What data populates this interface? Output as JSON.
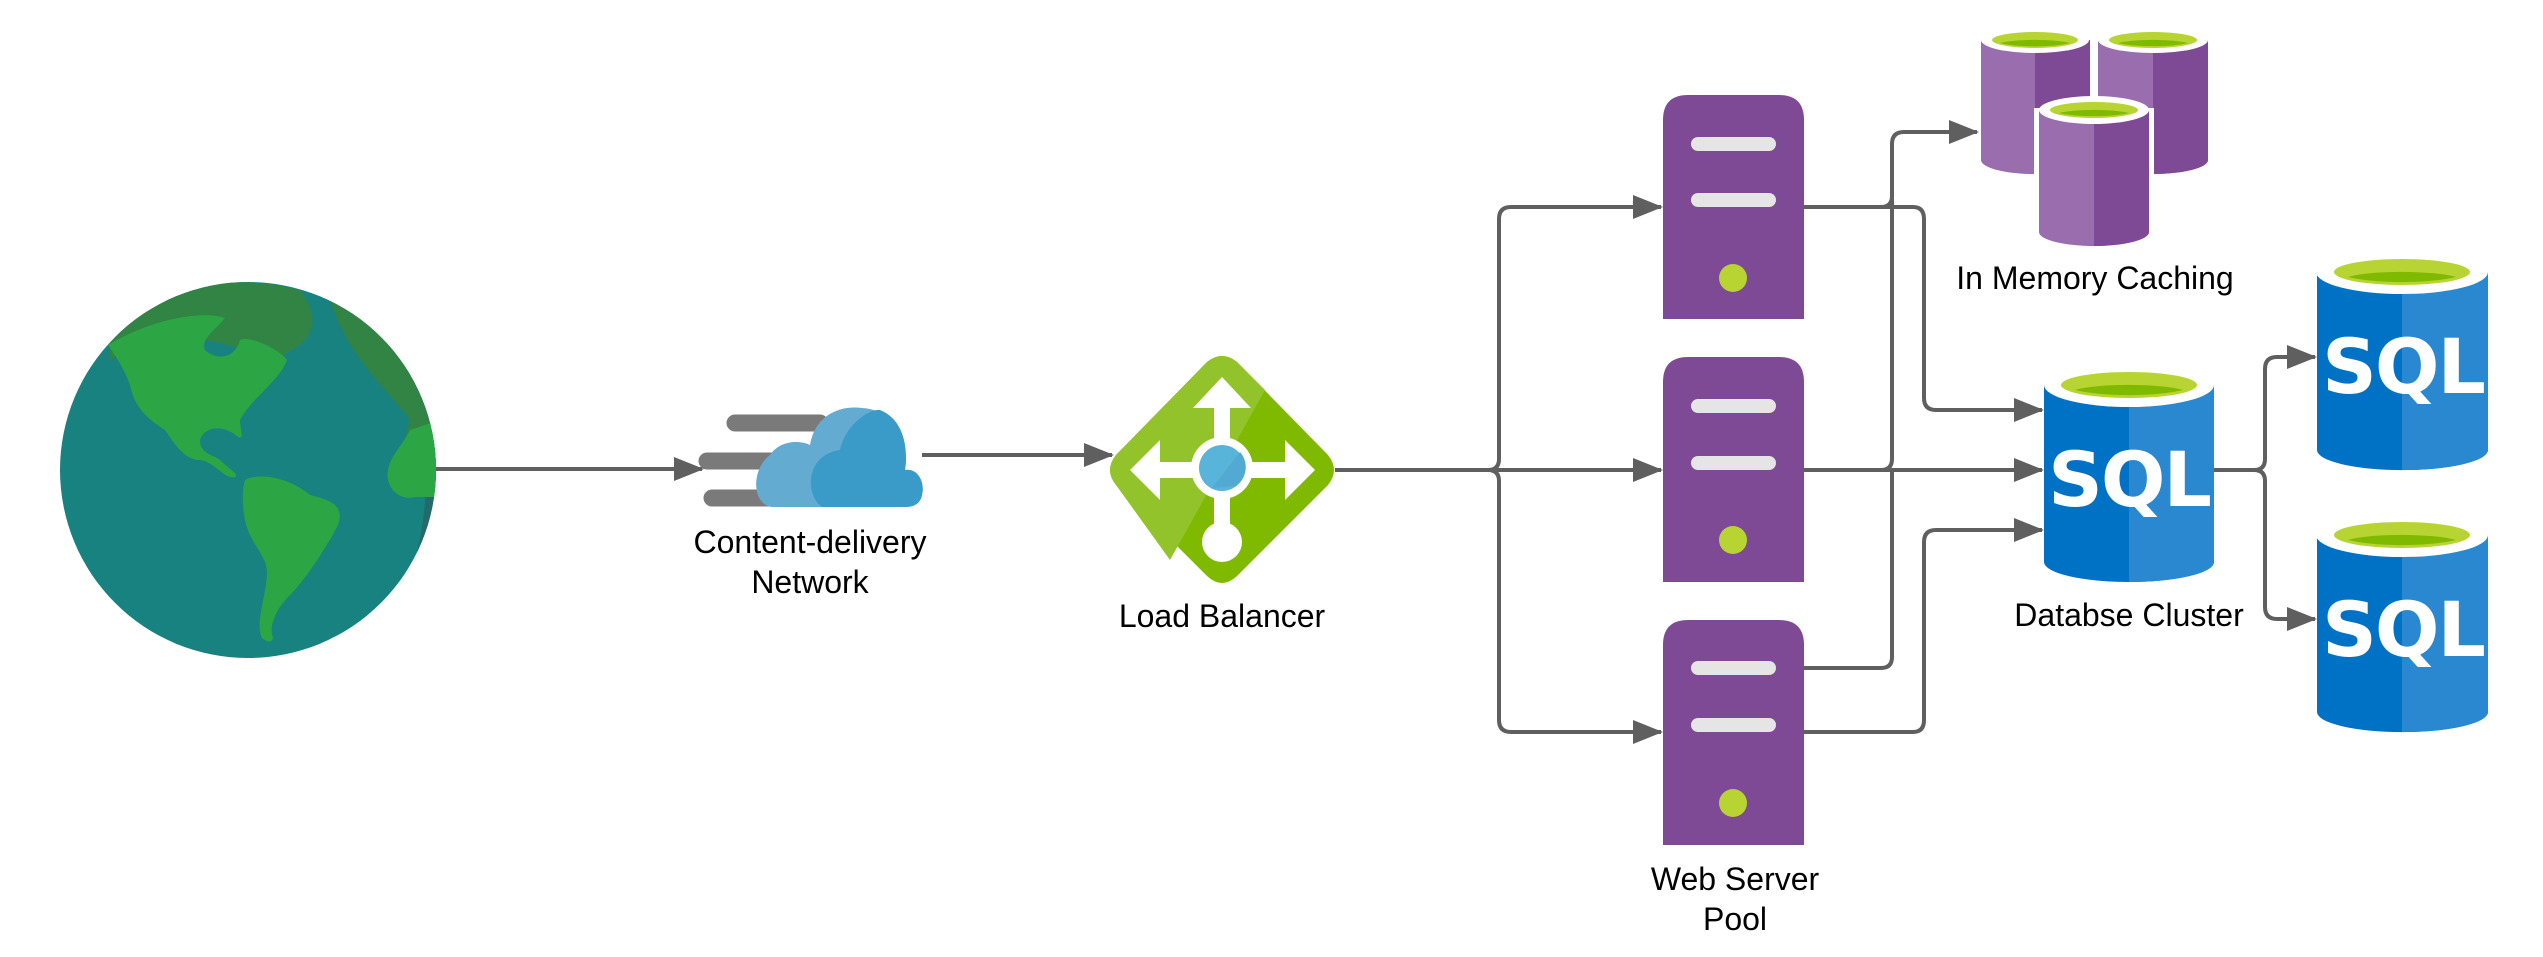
{
  "diagram": {
    "title": "Web application architecture",
    "colors": {
      "connector": "#5f5f5f",
      "globe_ocean": "#178280",
      "globe_land": "#2ca645",
      "cloud_light": "#63abd1",
      "cloud_dark": "#3a9ac8",
      "load_balancer": "#7fba00",
      "server": "#7f4a95",
      "server_led": "#b8d432",
      "cache": "#9a6daf",
      "sql_blue": "#0072c6",
      "sql_top": "#b8d432"
    },
    "nodes": {
      "globe": {
        "icon": "globe-icon",
        "label": ""
      },
      "cdn": {
        "icon": "cloud-icon",
        "label_line1": "Content-delivery",
        "label_line2": "Network"
      },
      "load_balancer": {
        "icon": "load-balancer-icon",
        "label": "Load Balancer"
      },
      "web_server_pool": {
        "icon": "server-icon",
        "count": 3,
        "label_line1": "Web Server",
        "label_line2": "Pool"
      },
      "cache": {
        "icon": "cache-cluster-icon",
        "label": "In Memory Caching"
      },
      "database_cluster": {
        "icon": "sql-database-icon",
        "label": "Databse Cluster",
        "db_text": "SQL"
      },
      "replica_1": {
        "icon": "sql-database-icon",
        "db_text": "SQL"
      },
      "replica_2": {
        "icon": "sql-database-icon",
        "db_text": "SQL"
      }
    },
    "edges": [
      {
        "from": "globe",
        "to": "cdn"
      },
      {
        "from": "cdn",
        "to": "load_balancer"
      },
      {
        "from": "load_balancer",
        "to": "web_server_1"
      },
      {
        "from": "load_balancer",
        "to": "web_server_2"
      },
      {
        "from": "load_balancer",
        "to": "web_server_3"
      },
      {
        "from": "web_server_1",
        "to": "cache"
      },
      {
        "from": "web_server_1",
        "to": "database_cluster"
      },
      {
        "from": "web_server_2",
        "to": "database_cluster"
      },
      {
        "from": "web_server_3",
        "to": "cache"
      },
      {
        "from": "web_server_3",
        "to": "database_cluster"
      },
      {
        "from": "database_cluster",
        "to": "replica_1"
      },
      {
        "from": "database_cluster",
        "to": "replica_2"
      }
    ]
  }
}
